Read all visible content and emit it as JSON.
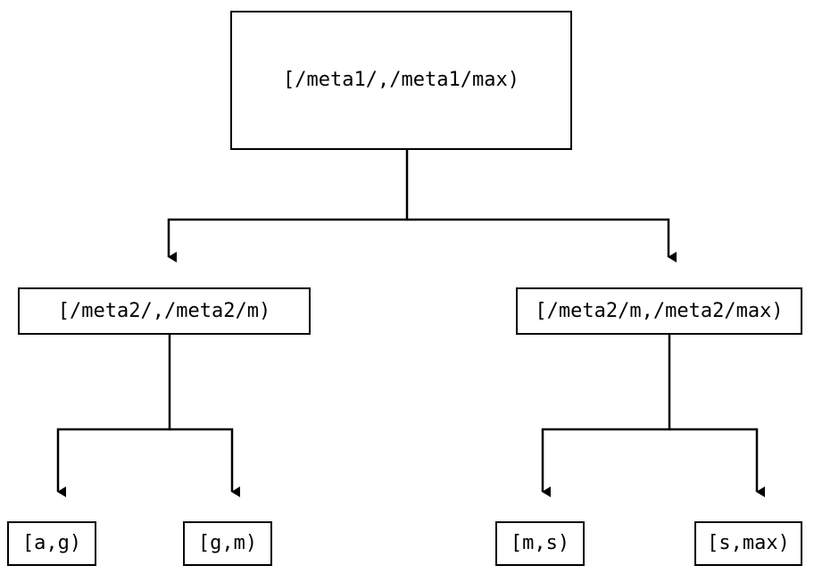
{
  "diagram": {
    "type": "tree",
    "orientation": "top-down",
    "background_color": "#ffffff",
    "stroke_color": "#000000",
    "text_color": "#000000",
    "edge_arrowhead": "filled-triangle-down",
    "levels": 3,
    "nodes": {
      "root": {
        "id": "root",
        "label": "[/meta1/,/meta1/max)",
        "level": 1
      },
      "mid_left": {
        "id": "mid-left",
        "label": "[/meta2/,/meta2/m)",
        "level": 2
      },
      "mid_right": {
        "id": "mid-right",
        "label": "[/meta2/m,/meta2/max)",
        "level": 2
      },
      "leaf_1": {
        "id": "leaf-a-g",
        "label": "[a,g)",
        "level": 3
      },
      "leaf_2": {
        "id": "leaf-g-m",
        "label": "[g,m)",
        "level": 3
      },
      "leaf_3": {
        "id": "leaf-m-s",
        "label": "[m,s)",
        "level": 3
      },
      "leaf_4": {
        "id": "leaf-s-max",
        "label": "[s,max)",
        "level": 3
      }
    },
    "edges": [
      {
        "from": "root",
        "to": "mid_left"
      },
      {
        "from": "root",
        "to": "mid_right"
      },
      {
        "from": "mid_left",
        "to": "leaf_1"
      },
      {
        "from": "mid_left",
        "to": "leaf_2"
      },
      {
        "from": "mid_right",
        "to": "leaf_3"
      },
      {
        "from": "mid_right",
        "to": "leaf_4"
      }
    ]
  }
}
